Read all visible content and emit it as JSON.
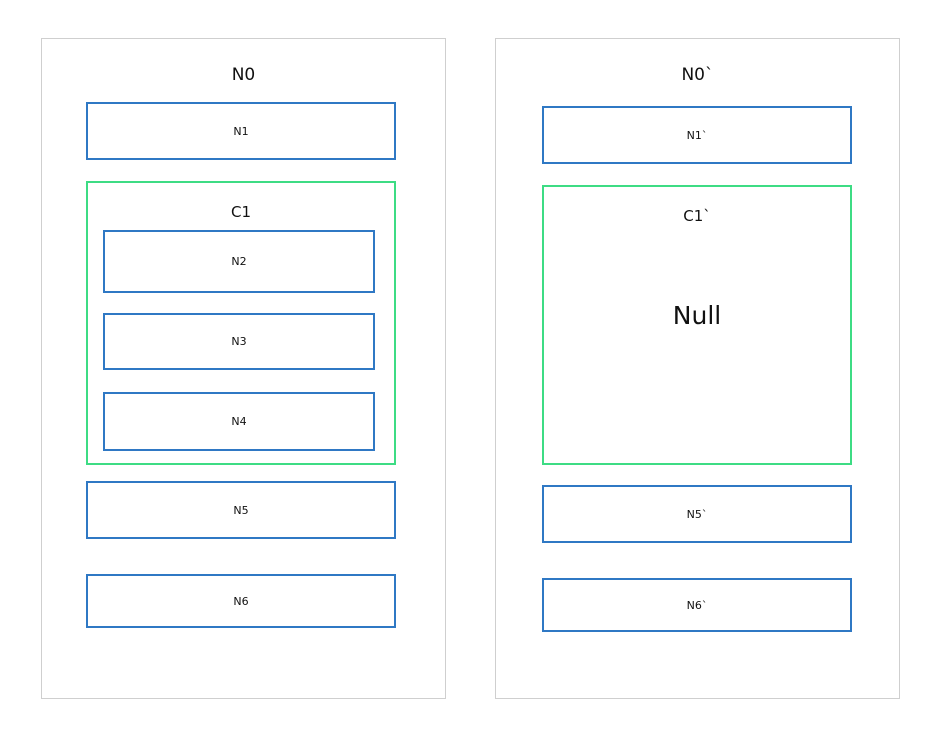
{
  "left": {
    "title": "N0",
    "n1": "N1",
    "container_title": "C1",
    "n2": "N2",
    "n3": "N3",
    "n4": "N4",
    "n5": "N5",
    "n6": "N6"
  },
  "right": {
    "title": "N0`",
    "n1": "N1`",
    "container_title": "C1`",
    "container_body": "Null",
    "n5": "N5`",
    "n6": "N6`"
  },
  "colors": {
    "node_border": "#2f78c4",
    "container_border": "#3ddc84",
    "panel_border": "#cfcfcf"
  }
}
